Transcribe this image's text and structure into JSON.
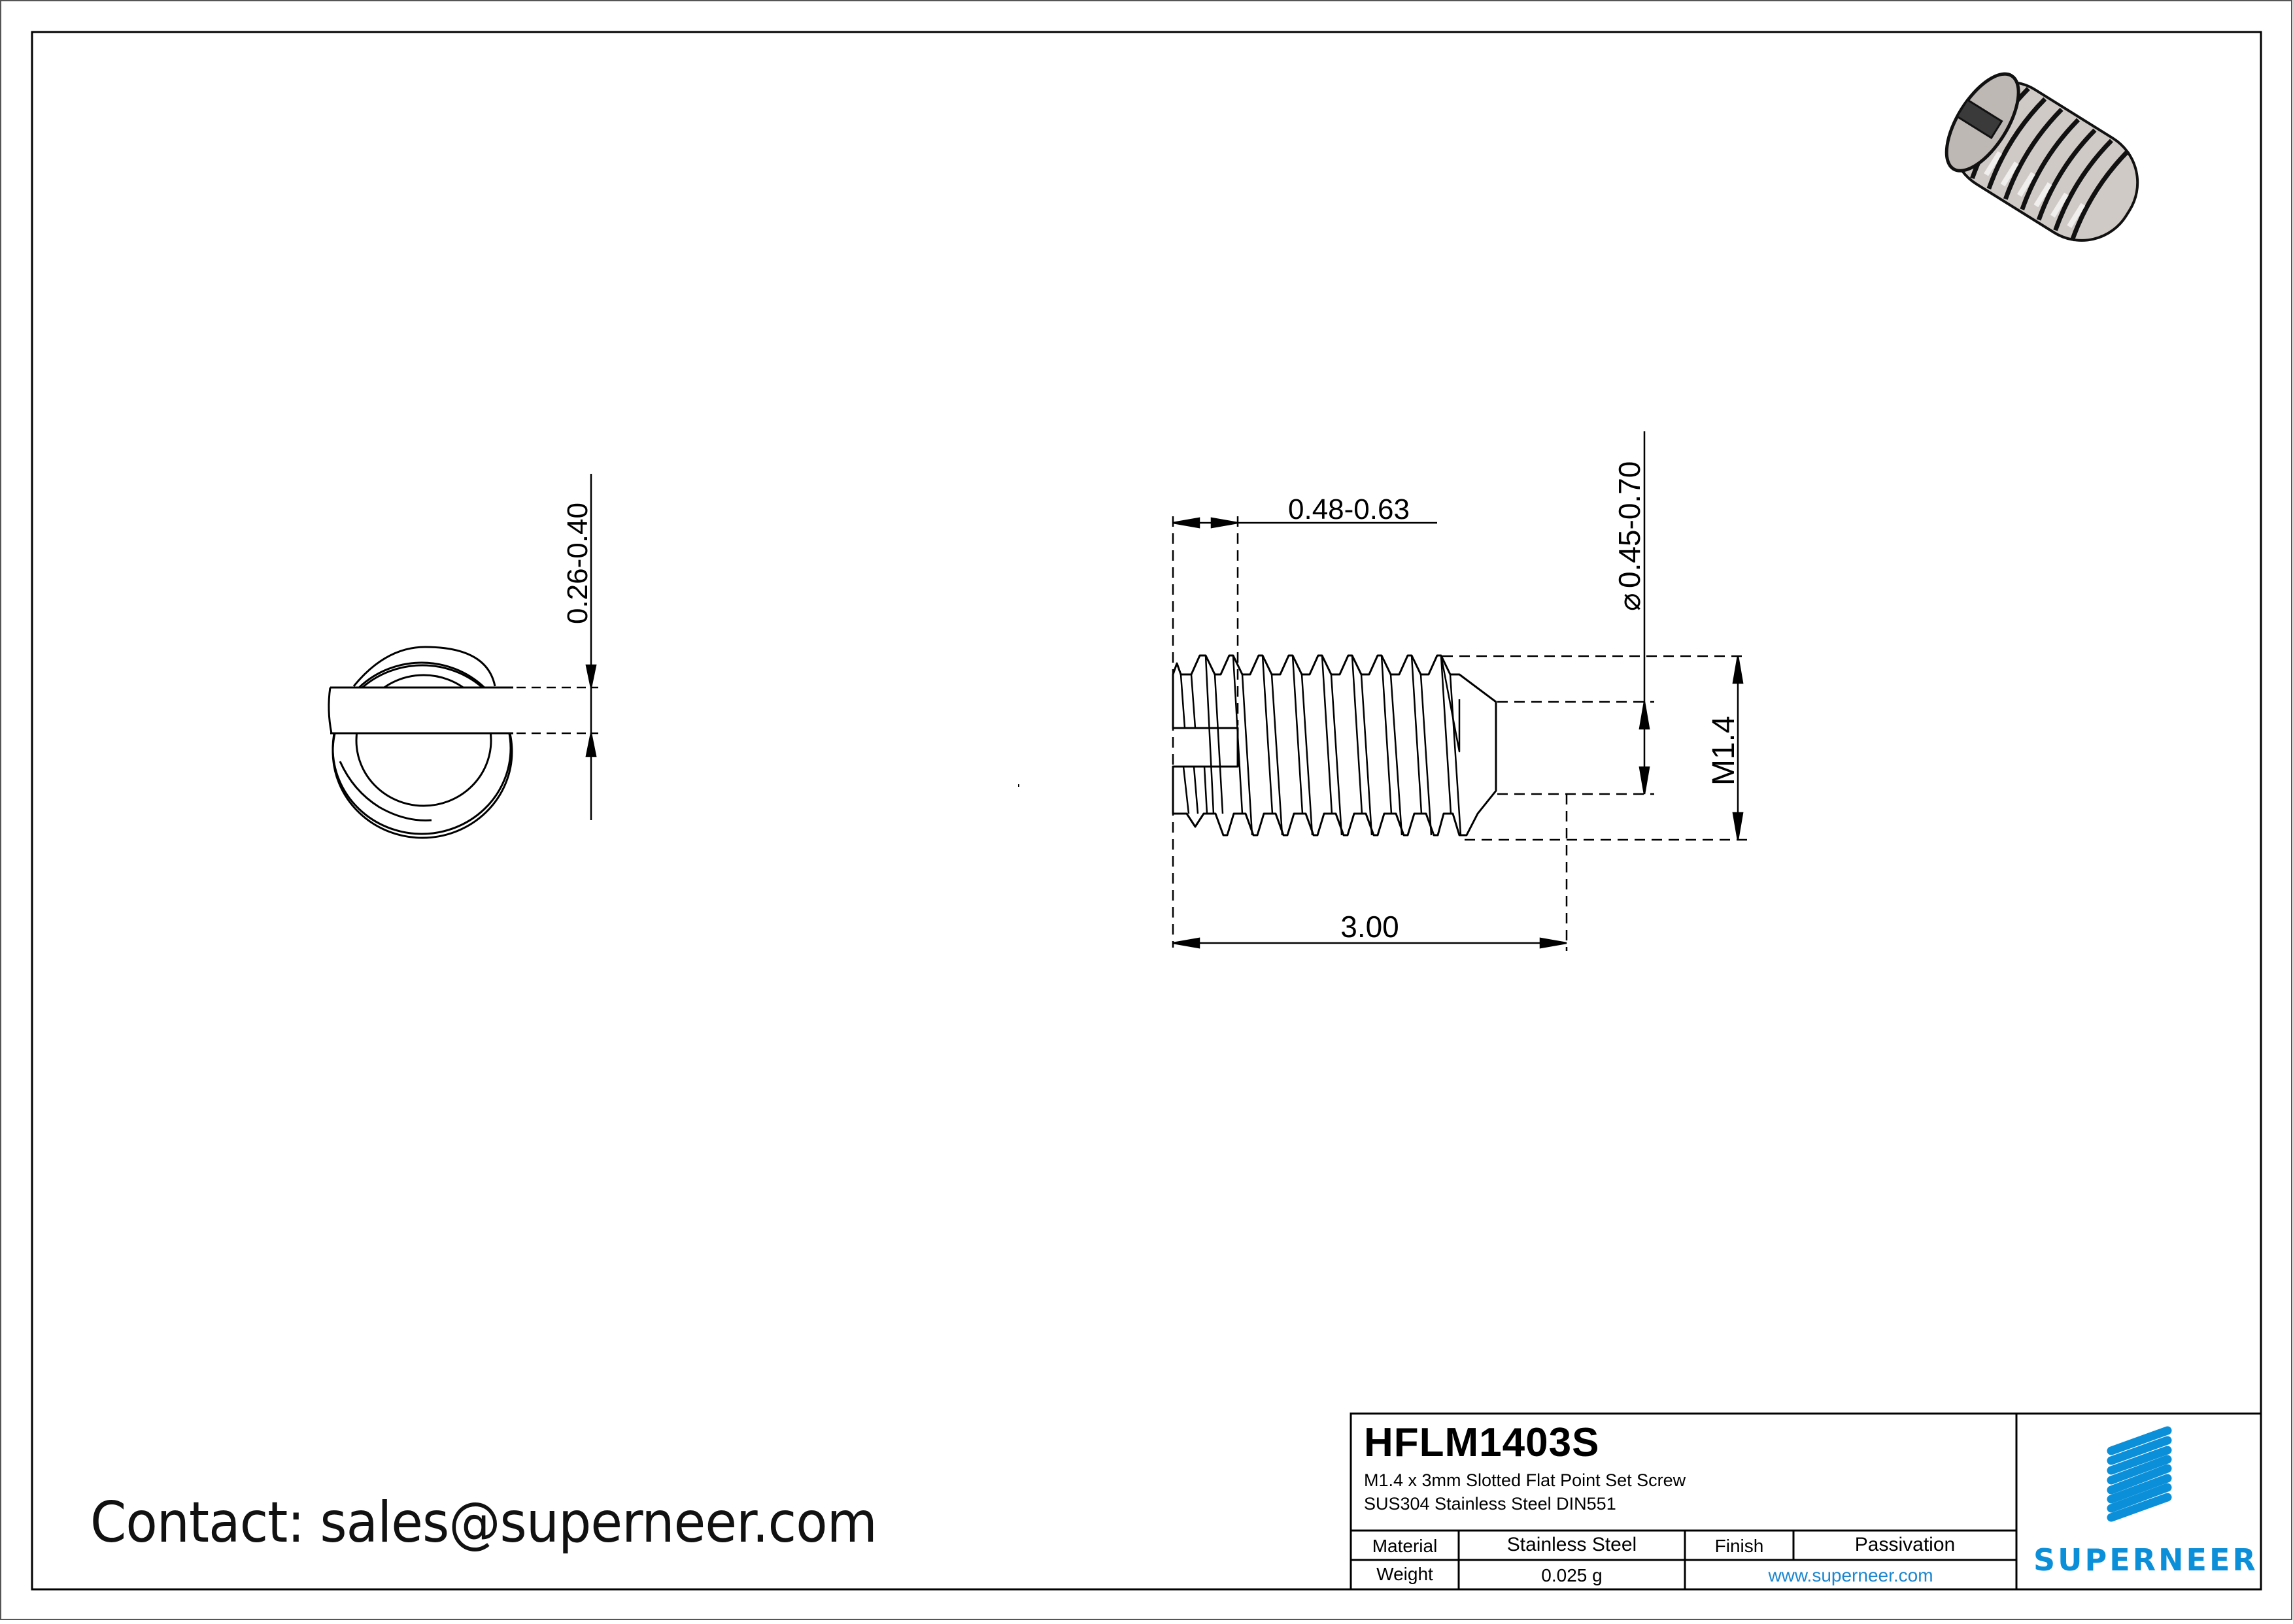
{
  "drawing": {
    "part_number": "HFLM1403S",
    "description_line1": "M1.4 x 3mm Slotted Flat Point Set Screw",
    "description_line2": "SUS304 Stainless Steel DIN551",
    "dimensions": {
      "slot_width": "0.26-0.40",
      "slot_depth": "0.48-0.63",
      "point_diameter_symbol": "⌀",
      "point_diameter": "0.45-0.70",
      "thread_size": "M1.4",
      "length": "3.00"
    }
  },
  "title_block": {
    "material_label": "Material",
    "material_value": "Stainless Steel",
    "finish_label": "Finish",
    "finish_value": "Passivation",
    "weight_label": "Weight",
    "weight_value": "0.025 g",
    "website": "www.superneer.com"
  },
  "brand": {
    "name": "SUPERNEER",
    "color": "#0b8fd8",
    "logo_icon": "striped-parallelogram-logo"
  },
  "contact": {
    "text": "Contact: sales@superneer.com"
  },
  "colors": {
    "line": "#000000",
    "link": "#1a86d0",
    "background": "#ffffff"
  }
}
